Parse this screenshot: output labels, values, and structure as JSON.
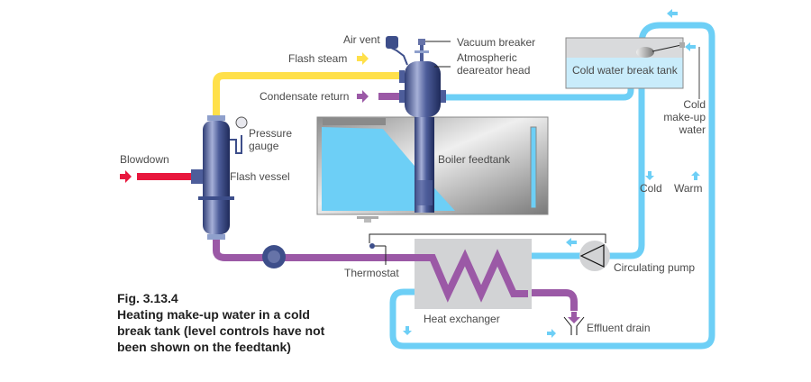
{
  "figure": {
    "number": "Fig. 3.13.4",
    "caption_lines": [
      "Heating make-up water in a cold",
      "break tank (level controls have not",
      "been shown on the feedtank)"
    ]
  },
  "labels": {
    "air_vent": "Air vent",
    "vacuum_breaker": "Vacuum breaker",
    "deaerator_line1": "Atmospheric",
    "deaerator_line2": "deareator head",
    "flash_steam": "Flash steam",
    "condensate_return": "Condensate return",
    "pressure_gauge_line1": "Pressure",
    "pressure_gauge_line2": "gauge",
    "blowdown": "Blowdown",
    "flash_vessel": "Flash vessel",
    "boiler_feedtank": "Boiler feedtank",
    "cold_water_break_tank": "Cold water break tank",
    "makeup_line1": "Cold",
    "makeup_line2": "make-up",
    "makeup_line3": "water",
    "cold": "Cold",
    "warm": "Warm",
    "circulating_pump": "Circulating pump",
    "thermostat": "Thermostat",
    "heat_exchanger": "Heat exchanger",
    "effluent_drain": "Effluent drain"
  },
  "colors": {
    "cold_water": "#6dcff6",
    "flash_steam": "#ffe04a",
    "condensate": "#9b59a6",
    "blowdown": "#e8173d",
    "vessel": "#3d4e8a",
    "tank_grey": "#bdbdbd",
    "hx_grey": "#d2d3d5"
  }
}
